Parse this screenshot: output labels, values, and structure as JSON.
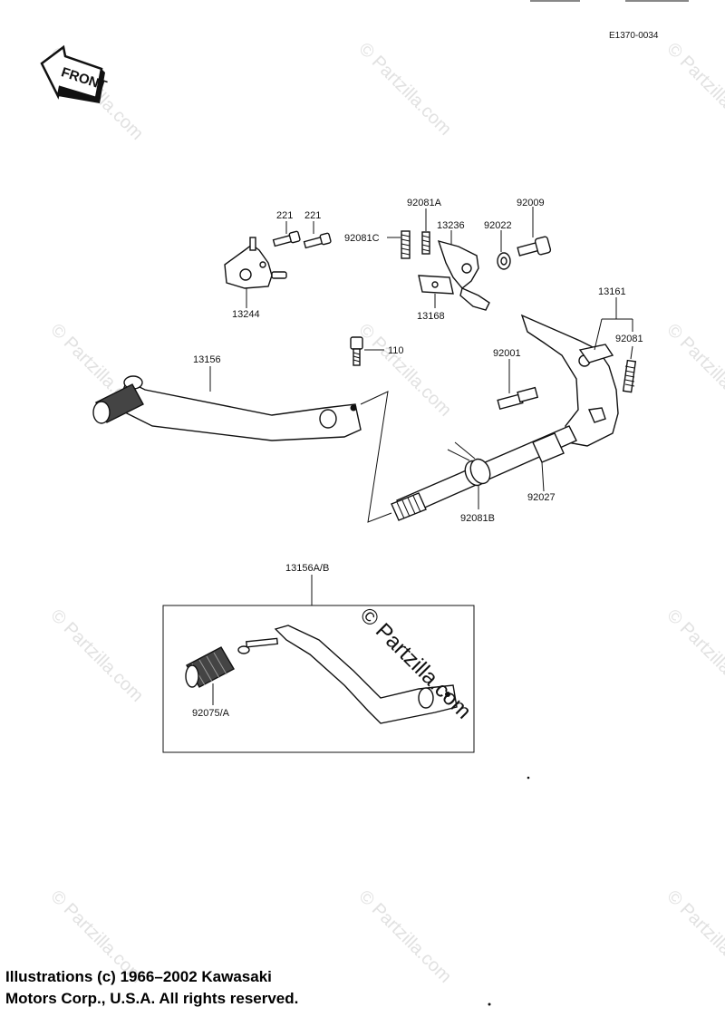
{
  "diagram_code": "E1370-0034",
  "front_label": "FRONT",
  "watermark_text": "© Partzilla.com",
  "part_labels": {
    "p13244": "13244",
    "p221a": "221",
    "p221b": "221",
    "p92081c": "92081C",
    "p92081a": "92081A",
    "p13236": "13236",
    "p92022": "92022",
    "p92009": "92009",
    "p13168": "13168",
    "p13161": "13161",
    "p92081": "92081",
    "p92001": "92001",
    "p110": "110",
    "p13156": "13156",
    "p92027": "92027",
    "p92081b": "92081B",
    "p13156ab": "13156A/B",
    "p92075a": "92075/A"
  },
  "copyright": {
    "line1": "Illustrations (c) 1966–2002 Kawasaki",
    "line2": "Motors Corp., U.S.A.  All rights reserved."
  }
}
